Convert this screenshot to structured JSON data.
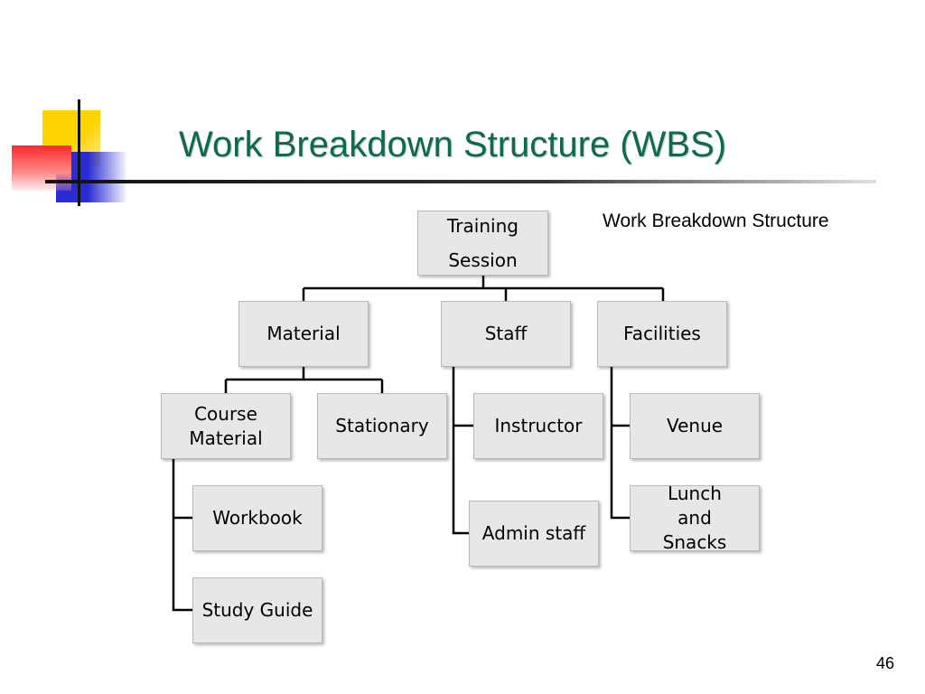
{
  "slide": {
    "title": "Work Breakdown Structure (WBS)",
    "caption": "Work Breakdown Structure",
    "page_number": "46"
  },
  "wbs": {
    "root": "Training Session",
    "level1": [
      "Material",
      "Staff",
      "Facilities"
    ],
    "material": [
      "Course Material",
      "Stationary"
    ],
    "course_material": [
      "Workbook",
      "Study Guide"
    ],
    "staff": [
      "Instructor",
      "Admin staff"
    ],
    "facilities": [
      "Venue",
      "Lunch and Snacks"
    ]
  },
  "colors": {
    "title": "#0b6b4a",
    "node_fill": "#e7e7e7",
    "connector": "#000000",
    "deco_yellow": "#ffd400",
    "deco_red": "#ff2a2a",
    "deco_blue": "#2b2bd6"
  }
}
